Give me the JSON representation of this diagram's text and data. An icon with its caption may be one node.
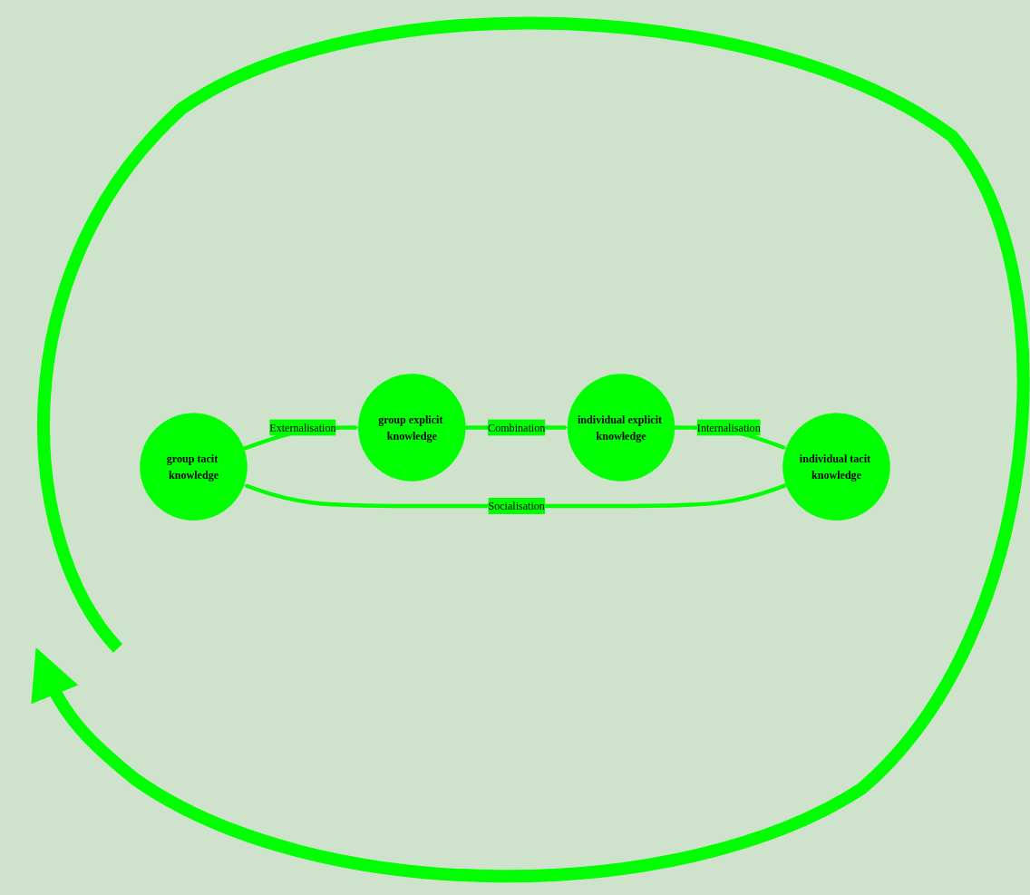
{
  "diagram": {
    "nodes": [
      {
        "text": [
          "group tacit knowledge"
        ]
      },
      {
        "text": [
          "group explicit knowledge"
        ]
      },
      {
        "text": [
          "individual explicit knowledge"
        ]
      },
      {
        "text": [
          "individual tacit knowledge"
        ]
      }
    ],
    "edges": [
      {
        "from": 0,
        "to": 1,
        "arrow": "to",
        "label": "Externalisation"
      },
      {
        "from": 1,
        "to": 2,
        "arrow": "to",
        "label": "Combination"
      },
      {
        "from": 2,
        "to": 3,
        "arrow": "to",
        "label": "Internalisation"
      },
      {
        "from": 3,
        "to": 0,
        "arrow": "to",
        "label": "Socialisation"
      }
    ]
  }
}
